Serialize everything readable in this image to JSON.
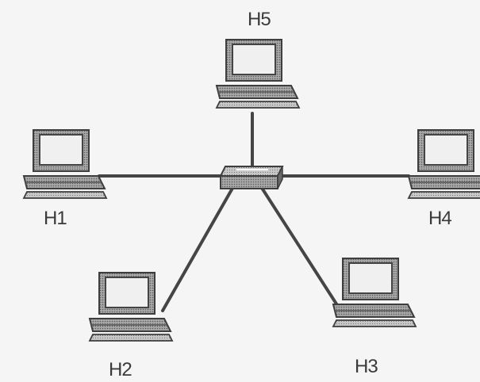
{
  "diagram": {
    "hub": {
      "id": "hub",
      "kind": "switch"
    },
    "hosts": [
      {
        "id": "H5",
        "label": "H5",
        "icon": "computer-icon"
      },
      {
        "id": "H1",
        "label": "H1",
        "icon": "computer-icon"
      },
      {
        "id": "H4",
        "label": "H4",
        "icon": "computer-icon"
      },
      {
        "id": "H2",
        "label": "H2",
        "icon": "computer-icon"
      },
      {
        "id": "H3",
        "label": "H3",
        "icon": "computer-icon"
      }
    ],
    "links": [
      {
        "from": "hub",
        "to": "H5"
      },
      {
        "from": "hub",
        "to": "H1"
      },
      {
        "from": "hub",
        "to": "H4"
      },
      {
        "from": "hub",
        "to": "H2"
      },
      {
        "from": "hub",
        "to": "H3"
      }
    ],
    "colors": {
      "line": "#454545",
      "device_body": "#9a9a9a",
      "device_dark": "#4a4a4a"
    }
  }
}
